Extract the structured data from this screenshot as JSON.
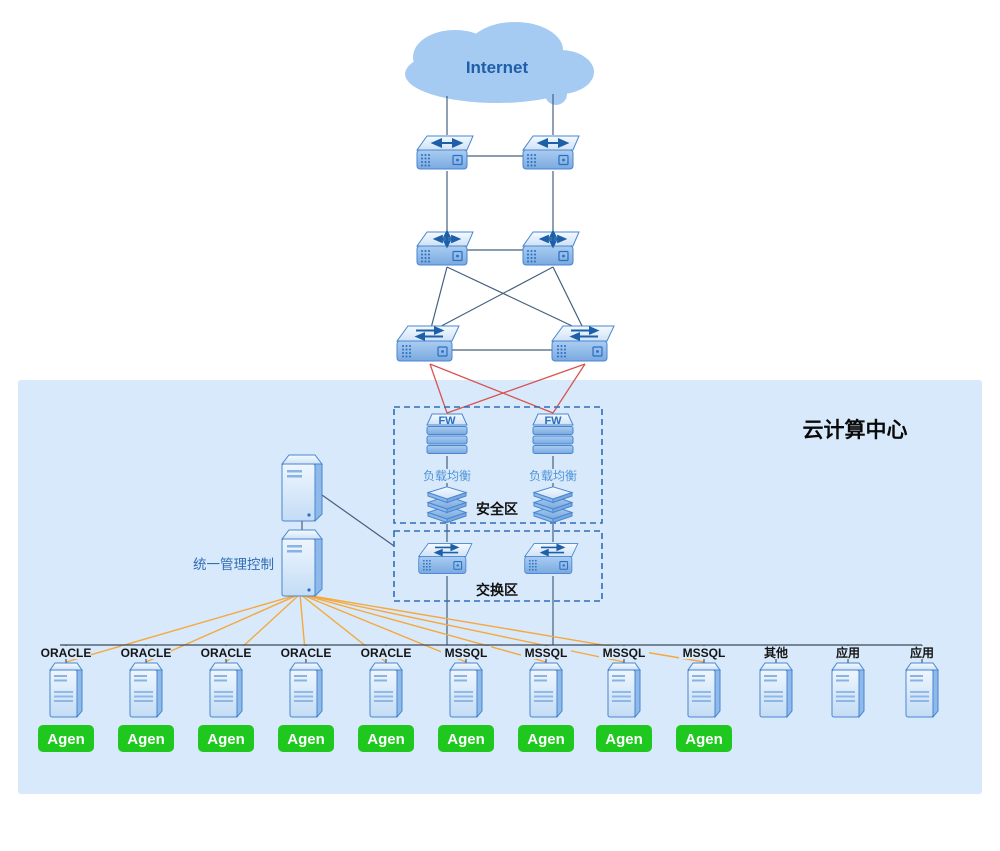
{
  "internet": {
    "label": "Internet"
  },
  "datacenter": {
    "title": "云计算中心"
  },
  "security_zone": {
    "label": "安全区",
    "firewalls": [
      {
        "label": "FW"
      },
      {
        "label": "FW"
      }
    ],
    "load_balancers": [
      {
        "label": "负载均衡"
      },
      {
        "label": "负载均衡"
      }
    ]
  },
  "switch_zone": {
    "label": "交换区"
  },
  "management": {
    "label": "统一管理控制"
  },
  "server_bus": {
    "servers": [
      {
        "label": "ORACLE",
        "agent": "Agen"
      },
      {
        "label": "ORACLE",
        "agent": "Agen"
      },
      {
        "label": "ORACLE",
        "agent": "Agen"
      },
      {
        "label": "ORACLE",
        "agent": "Agen"
      },
      {
        "label": "ORACLE",
        "agent": "Agen"
      },
      {
        "label": "MSSQL",
        "agent": "Agen"
      },
      {
        "label": "MSSQL",
        "agent": "Agen"
      },
      {
        "label": "MSSQL",
        "agent": "Agen"
      },
      {
        "label": "MSSQL",
        "agent": "Agen"
      },
      {
        "label": "其他"
      },
      {
        "label": "应用"
      },
      {
        "label": "应用"
      }
    ]
  },
  "colors": {
    "region_fill": "#d8e9fb",
    "device_blue": "#7aa9e0",
    "accent_blue": "#3b7fd1",
    "agent_green": "#1fc81f",
    "orange_link": "#f5a83c",
    "red_link": "#d9534f"
  }
}
